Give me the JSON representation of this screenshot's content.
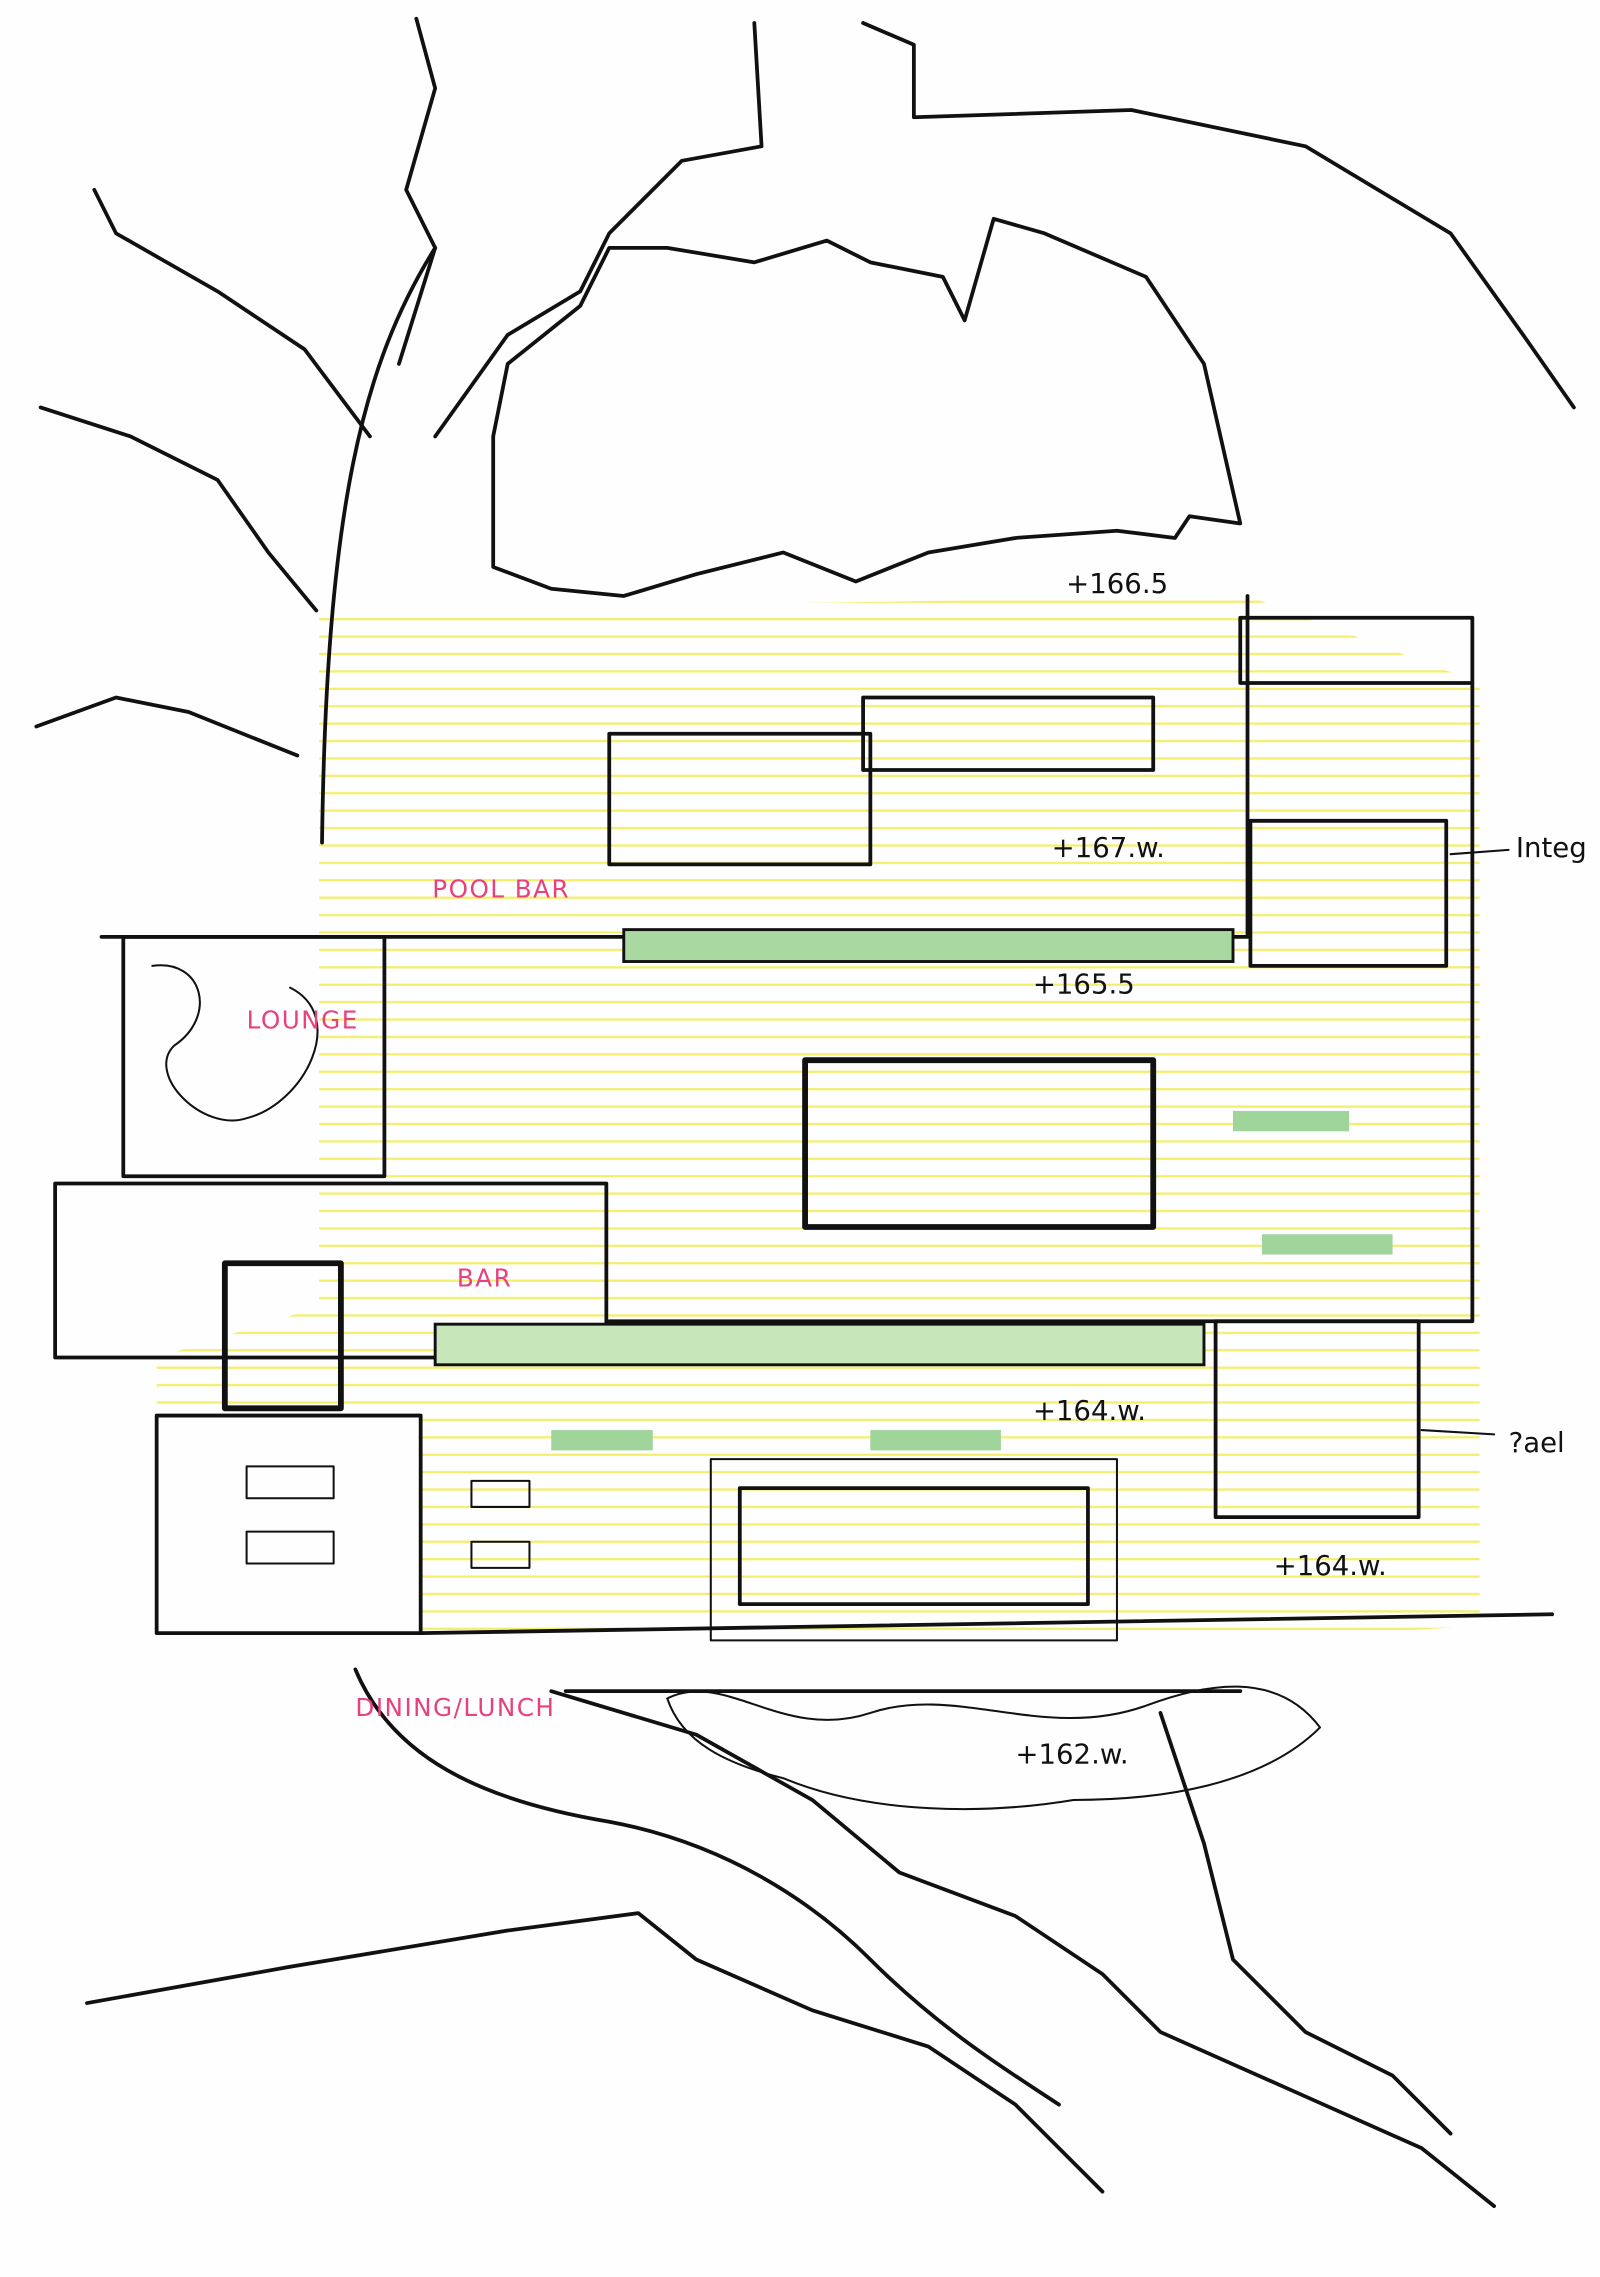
{
  "drawing": {
    "room_labels": {
      "pool_bar": "POOL BAR",
      "lounge": "LOUNGE",
      "bar": "BAR",
      "dining": "DINING/LUNCH"
    },
    "levels": {
      "top": "+166.5",
      "upper_terrace": "+167.w.",
      "mid_terrace": "+165.5",
      "lower_terrace": "+164.w.",
      "lower_right": "+164.w.",
      "bottom": "+162.w."
    },
    "annotations": {
      "right_upper": "Integ",
      "right_lower": "?ael"
    },
    "colors": {
      "water": "#bfe0ef",
      "pool": "#8fcbea",
      "planting": "#9fd49a",
      "terrace": "#fbf7a8",
      "label": "#e8417f"
    }
  }
}
